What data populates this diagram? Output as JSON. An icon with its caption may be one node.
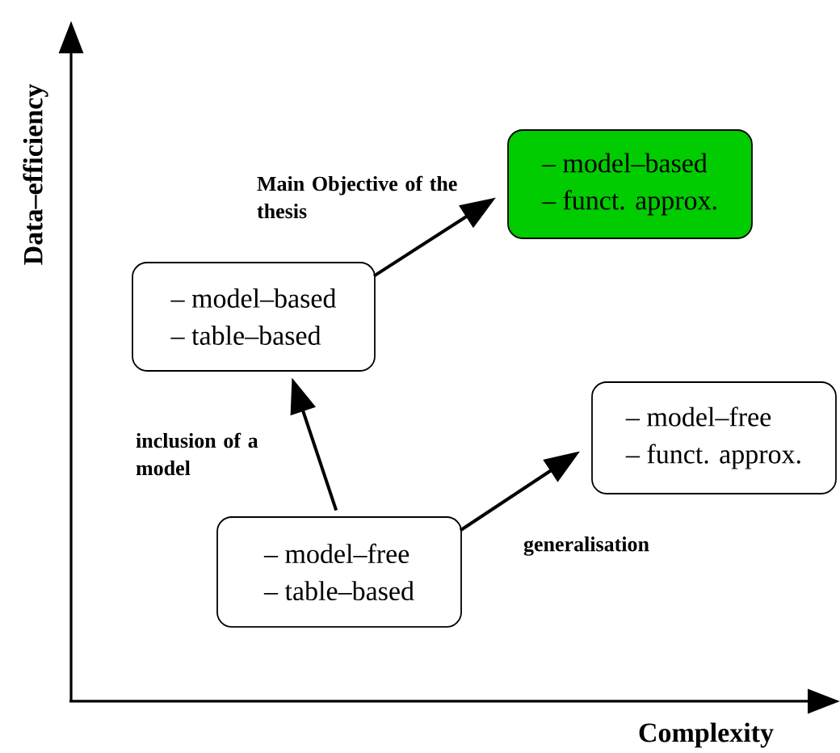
{
  "diagram": {
    "nodes": [
      {
        "text": [
          "– model–based",
          "– funct. approx."
        ]
      },
      {
        "text": [
          "– model–based",
          "– table–based"
        ]
      },
      {
        "text": [
          "– model–free",
          "– funct. approx."
        ]
      },
      {
        "text": [
          "– model–free",
          "– table–based"
        ]
      }
    ],
    "edges": [
      {
        "from": 1,
        "to": 0,
        "arrow": "to",
        "label": "Main Objective of the thesis"
      },
      {
        "from": 3,
        "to": 1,
        "arrow": "to",
        "label": "inclusion of a model"
      },
      {
        "from": 3,
        "to": 2,
        "arrow": "to",
        "label": "generalisation"
      }
    ],
    "labels": [
      "Data–efficiency",
      "Complexity"
    ]
  }
}
